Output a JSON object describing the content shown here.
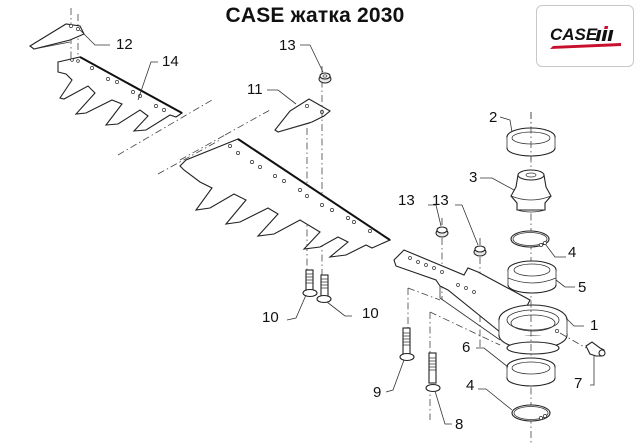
{
  "title": "CASE жатка 2030",
  "logo": {
    "brand_text": "CASE",
    "brand_suffix": "IH",
    "accent_color": "#c8102e",
    "text_color": "#111111"
  },
  "diagram": {
    "description": "Exploded parts diagram — knife sections, guards and drive arm bearing assembly",
    "callouts": [
      {
        "id": "callout-12",
        "label": "12"
      },
      {
        "id": "callout-14",
        "label": "14"
      },
      {
        "id": "callout-13a",
        "label": "13"
      },
      {
        "id": "callout-11",
        "label": "11"
      },
      {
        "id": "callout-2",
        "label": "2"
      },
      {
        "id": "callout-3",
        "label": "3"
      },
      {
        "id": "callout-13b",
        "label": "13"
      },
      {
        "id": "callout-13c",
        "label": "13"
      },
      {
        "id": "callout-4a",
        "label": "4"
      },
      {
        "id": "callout-5",
        "label": "5"
      },
      {
        "id": "callout-1",
        "label": "1"
      },
      {
        "id": "callout-6",
        "label": "6"
      },
      {
        "id": "callout-7",
        "label": "7"
      },
      {
        "id": "callout-4b",
        "label": "4"
      },
      {
        "id": "callout-10a",
        "label": "10"
      },
      {
        "id": "callout-10b",
        "label": "10"
      },
      {
        "id": "callout-9",
        "label": "9"
      },
      {
        "id": "callout-8",
        "label": "8"
      }
    ]
  }
}
